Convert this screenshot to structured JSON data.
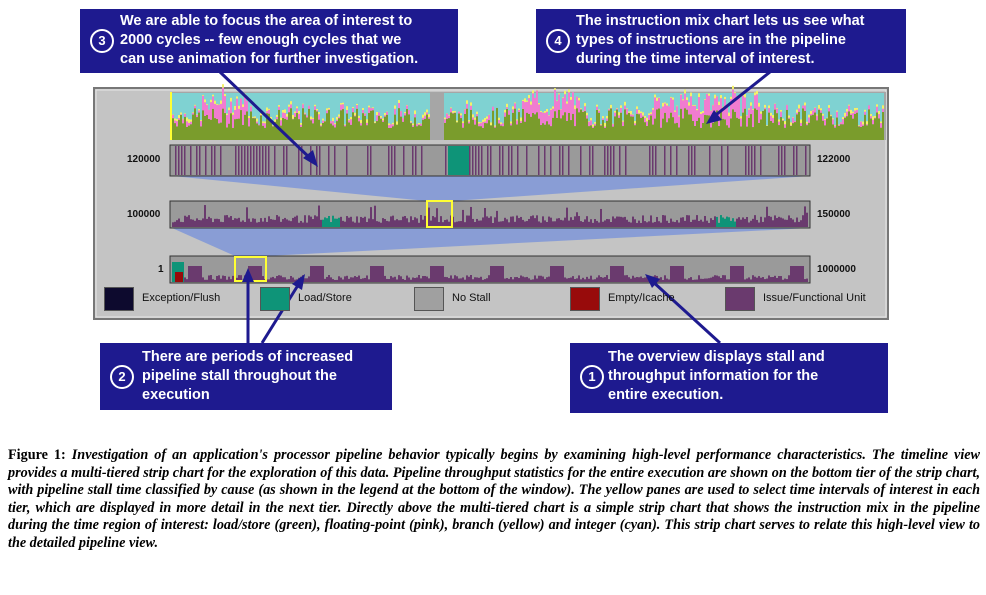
{
  "callouts": [
    {
      "number": "3",
      "text": "We are able to focus the area of interest to\n2000 cycles -- few enough cycles that we\ncan use animation for further investigation."
    },
    {
      "number": "4",
      "text": "The instruction mix chart lets us see what\ntypes of instructions are in the pipeline\nduring the time interval of interest."
    },
    {
      "number": "2",
      "text": "There are periods of increased\npipeline stall throughout the\nexecution"
    },
    {
      "number": "1",
      "text": "The overview displays stall and\nthroughput information for the\nentire execution."
    }
  ],
  "tiers": {
    "top": {
      "left": "120000",
      "right": "122000"
    },
    "middle": {
      "left": "100000",
      "right": "150000"
    },
    "bottom": {
      "left": "1",
      "right": "1000000"
    }
  },
  "legend": [
    {
      "label": "Exception/Flush",
      "color": "#0d0a2e"
    },
    {
      "label": "Load/Store",
      "color": "#0e9478"
    },
    {
      "label": "No Stall",
      "color": "#a0a0a0"
    },
    {
      "label": "Empty/Icache",
      "color": "#980b0b"
    },
    {
      "label": "Issue/Functional Unit",
      "color": "#6a3a6e"
    }
  ],
  "caption": {
    "label": "Figure 1:",
    "text": "Investigation of an application's processor pipeline behavior typically begins by examining high-level performance characteristics. The timeline view provides a multi-tiered strip chart for the exploration of this data. Pipeline throughput statistics for the entire execution are shown on the bottom tier of the strip chart, with pipeline stall time classified by cause (as shown in the legend at the bottom of the window). The yellow panes are used to select time intervals of interest in each tier, which are displayed in more detail in the next tier. Directly above the multi-tiered chart is a simple strip chart that shows the instruction mix in the pipeline during the time region of interest: load/store (green), floating-point (pink), branch (yellow) and integer (cyan). This strip chart serves to relate this high-level view to the detailed pipeline view."
  },
  "colors": {
    "callout_bg": "#1e1a8f",
    "panel_bg": "#c4c4c4",
    "selection": "#ffff33",
    "zoom_wedge": "#7f96d8",
    "mix_green": "#7a9c2c",
    "mix_pink": "#f07cd0",
    "mix_yellow": "#f2f26a",
    "mix_cyan": "#7fd2d2"
  }
}
